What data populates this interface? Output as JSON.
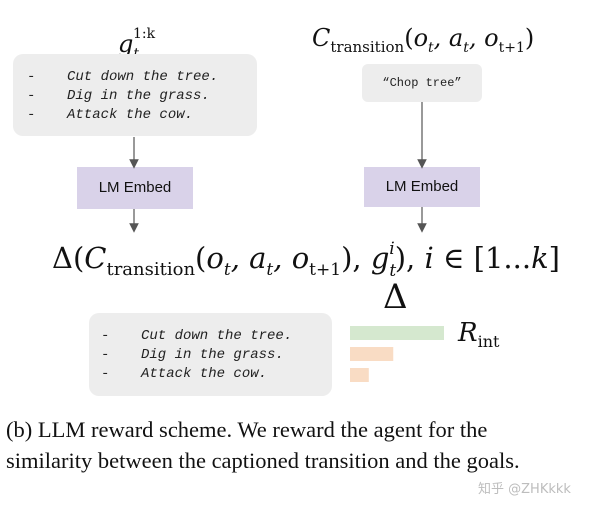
{
  "goal_label": {
    "base": "g",
    "sub": "t",
    "sup": "1:k"
  },
  "transition_label": {
    "base": "C",
    "sub": "transition",
    "args": "(o",
    "a1": "t",
    "mid1": ", a",
    "a2": "t",
    "mid2": ", o",
    "a3": "t+1",
    "close": ")"
  },
  "goals_top": [
    "Cut down the tree.",
    "Dig in the grass.",
    "Attack the cow."
  ],
  "caption_chip": "“Chop tree”",
  "embed_left": "LM Embed",
  "embed_right": "LM Embed",
  "formula": {
    "delta": "Δ(C",
    "sub": "transition",
    "args": "(o",
    "t1": "t",
    "p2": ", a",
    "t2": "t",
    "p3": ", o",
    "t3": "t+1",
    "p4": "), g",
    "gsub": "t",
    "gsup": "i",
    "tail": "), i ∈ [1...k]"
  },
  "delta_symbol": "Δ",
  "goals_bottom": [
    "Cut down the tree.",
    "Dig in the grass.",
    "Attack the cow."
  ],
  "reward_label": {
    "base": "R",
    "sub": "int"
  },
  "similarity_bars": [
    {
      "goal": "Cut down the tree.",
      "value": 1.0,
      "color": "#d5e8cf"
    },
    {
      "goal": "Dig in the grass.",
      "value": 0.46,
      "color": "#f9dcc4"
    },
    {
      "goal": "Attack the cow.",
      "value": 0.2,
      "color": "#f9dcc4"
    }
  ],
  "caption": "(b) LLM reward scheme. We reward the agent for the similarity between the captioned transition and the goals.",
  "watermark": "知乎 @ZHKkkk",
  "colors": {
    "goal_box": "#ededed",
    "embed_box": "#d9d2e9",
    "arrow": "#555555"
  }
}
